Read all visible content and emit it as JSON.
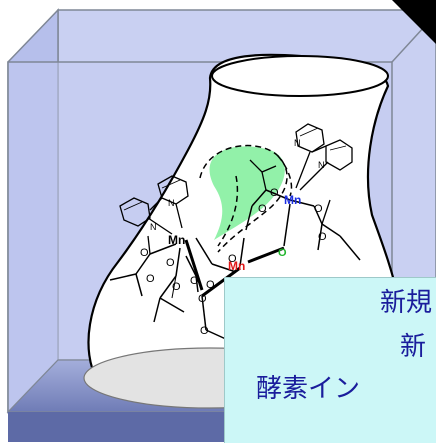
{
  "diagram": {
    "labels": {
      "mn_top_right": "Mn",
      "mn_left": "Mn",
      "mn_center": "Mn",
      "oxygen_green": "O",
      "nitrogen": "N",
      "oxygen": "O"
    },
    "colors": {
      "box_face": "#bcc5f0",
      "box_edge": "#7f8796",
      "box_floor": "#8a96c9",
      "vessel_fill": "#ffffff",
      "pocket_fill": "#86f0a0",
      "mn_blue": "#1c2fe3",
      "mn_red": "#e01818",
      "o_green": "#21b52c",
      "overlay_bg": "#ccf7f7",
      "overlay_text": "#1a1d9c"
    }
  },
  "overlay": {
    "line1": "新規",
    "line2": "新",
    "line3": "酵素イン"
  }
}
